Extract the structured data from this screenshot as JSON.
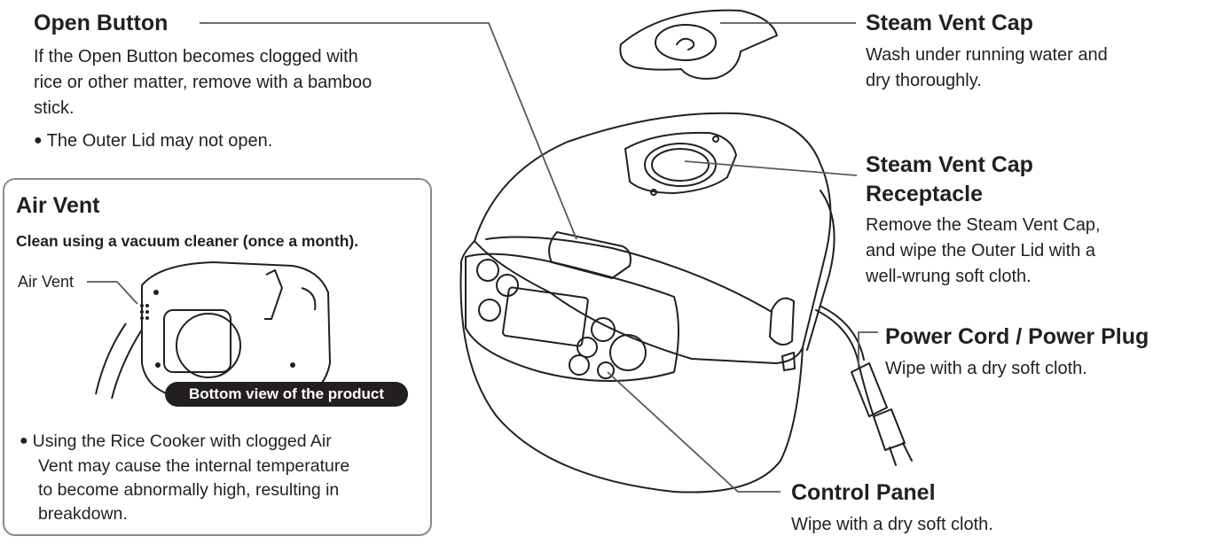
{
  "open_button": {
    "heading": "Open Button",
    "lines": [
      "If the Open Button becomes clogged with",
      "rice or other matter, remove with a bamboo",
      "stick."
    ],
    "bullet": "The Outer Lid may not open."
  },
  "air_vent": {
    "heading": "Air Vent",
    "subheading": "Clean using a vacuum cleaner (once a month).",
    "callout": "Air Vent",
    "view_label": "Bottom view of the product",
    "bullet_lines": [
      "Using the Rice Cooker with clogged Air",
      "Vent may cause the internal temperature",
      "to become abnormally high, resulting in",
      "breakdown."
    ]
  },
  "steam_vent_cap": {
    "heading": "Steam Vent Cap",
    "lines": [
      "Wash under running water and",
      "dry thoroughly."
    ]
  },
  "steam_vent_cap_receptacle": {
    "heading_lines": [
      "Steam Vent Cap",
      "Receptacle"
    ],
    "lines": [
      "Remove the Steam Vent Cap,",
      "and wipe the Outer Lid with a",
      "well-wrung soft cloth."
    ]
  },
  "power_cord": {
    "heading": "Power Cord / Power Plug",
    "lines": [
      "Wipe with a dry soft cloth."
    ]
  },
  "control_panel": {
    "heading": "Control Panel",
    "lines": [
      "Wipe with a dry soft cloth."
    ]
  }
}
